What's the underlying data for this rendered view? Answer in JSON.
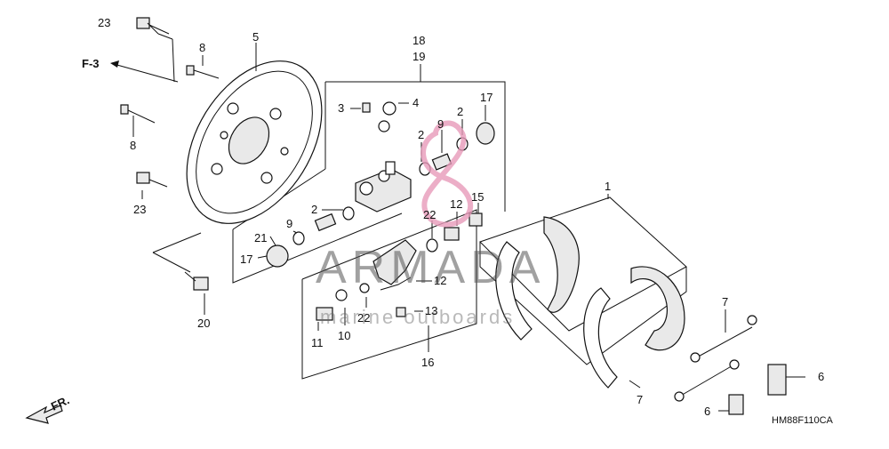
{
  "diagram": {
    "code": "HM88F110CA",
    "ref_f3": "F-3",
    "front_mark": "FR.",
    "watermark": {
      "brand": "ARMADA",
      "tagline": "marine outboards"
    }
  },
  "callouts": {
    "c1": "1",
    "c2a": "2",
    "c2b": "2",
    "c2c": "2",
    "c3": "3",
    "c4": "4",
    "c5": "5",
    "c6a": "6",
    "c6b": "6",
    "c7a": "7",
    "c7b": "7",
    "c8a": "8",
    "c8b": "8",
    "c9a": "9",
    "c9b": "9",
    "c10": "10",
    "c11": "11",
    "c12a": "12",
    "c12b": "12",
    "c13": "13",
    "c15": "15",
    "c16": "16",
    "c17a": "17",
    "c17b": "17",
    "c18": "18",
    "c19": "19",
    "c20": "20",
    "c21": "21",
    "c22a": "22",
    "c22b": "22",
    "c23a": "23",
    "c23b": "23"
  },
  "colors": {
    "line": "#111111",
    "watermark_pink": "#e79ab9"
  }
}
